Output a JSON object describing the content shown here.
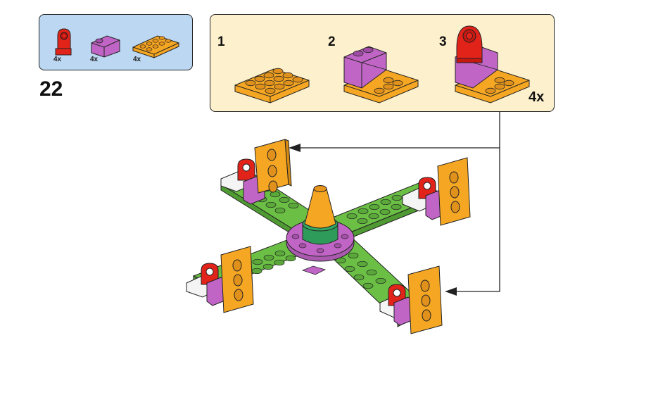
{
  "step": {
    "number": "22"
  },
  "parts_list": [
    {
      "name": "red-pin-brick",
      "qty": "4x",
      "color": "#e2231a"
    },
    {
      "name": "purple-slope",
      "qty": "4x",
      "color": "#c065c5"
    },
    {
      "name": "orange-plate-2x4",
      "qty": "4x",
      "color": "#f5a623"
    }
  ],
  "substeps": [
    {
      "number": "1"
    },
    {
      "number": "2"
    },
    {
      "number": "3"
    }
  ],
  "multiplier": "4x",
  "colors": {
    "parts_bg": "#bcd7f2",
    "substep_bg": "#fdf0cd",
    "orange": "#f5a623",
    "purple": "#c065c5",
    "red": "#e2231a",
    "green": "#6bbf45",
    "white": "#f4f4f4"
  }
}
